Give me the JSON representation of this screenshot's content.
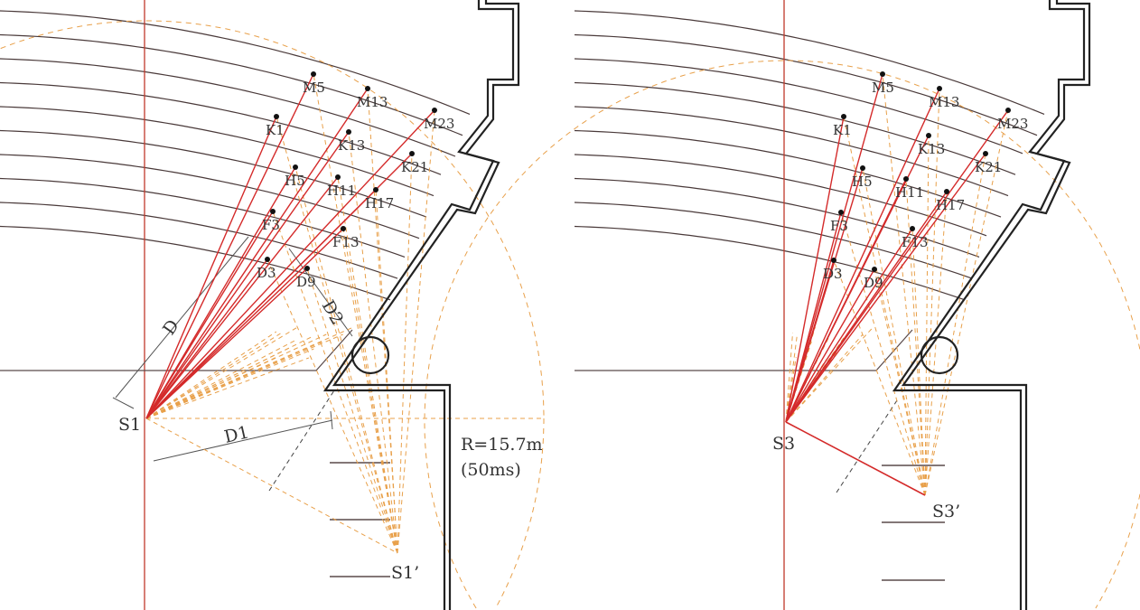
{
  "colors": {
    "direct_ray": "#d42a2a",
    "reflected_ray": "#e8a04a",
    "wall": "#222222",
    "seat_row": "#4a3a3a",
    "axis": "#c0392b"
  },
  "left_panel": {
    "source_label": "S1",
    "image_source_label": "S1’",
    "radius_label": "R=15.7m",
    "time_label": "(50ms)",
    "dimension_labels": {
      "d": "D",
      "d1": "D1",
      "d2": "D2"
    },
    "seats": [
      "M5",
      "M13",
      "M23",
      "K1",
      "K13",
      "K21",
      "H5",
      "H11",
      "H17",
      "F3",
      "F13",
      "D3",
      "D9"
    ]
  },
  "right_panel": {
    "source_label": "S3",
    "image_source_label": "S3’",
    "seats": [
      "M5",
      "M13",
      "M23",
      "K1",
      "K13",
      "K21",
      "H5",
      "H11",
      "H17",
      "F3",
      "F13",
      "D3",
      "D9"
    ]
  }
}
